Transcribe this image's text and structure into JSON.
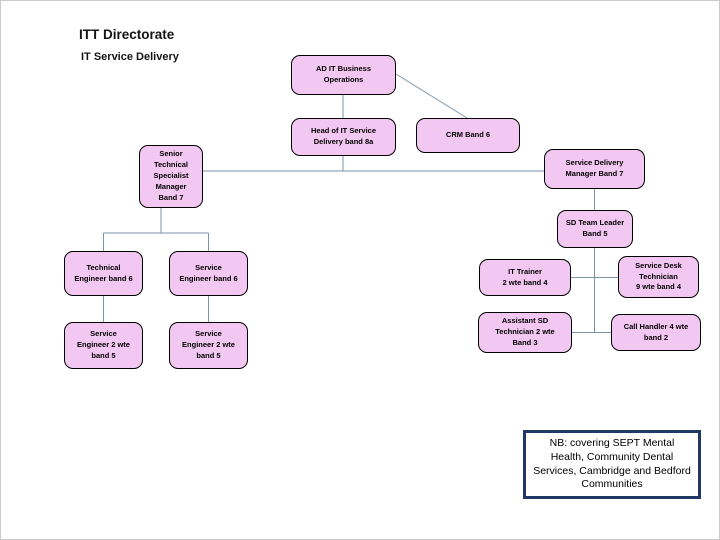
{
  "header": {
    "title": "ITT Directorate",
    "subtitle": "IT Service Delivery"
  },
  "boxes": [
    {
      "id": "ad-it-business-operations",
      "label": "AD IT Business\nOperations"
    },
    {
      "id": "head-of-it-service-delivery",
      "label": "Head of IT Service\nDelivery band 8a"
    },
    {
      "id": "crm",
      "label": "CRM Band 6"
    },
    {
      "id": "senior-technical-specialist-manager",
      "label": "Senior\nTechnical\nSpecialist\nManager\nBand 7"
    },
    {
      "id": "service-delivery-manager",
      "label": "Service Delivery\nManager Band 7"
    },
    {
      "id": "sd-team-leader",
      "label": "SD Team Leader\nBand 5"
    },
    {
      "id": "technical-engineer",
      "label": "Technical\nEngineer band 6"
    },
    {
      "id": "service-engineer-band6",
      "label": "Service\nEngineer band 6"
    },
    {
      "id": "service-engineer-2wte-left",
      "label": "Service\nEngineer 2 wte\nband 5"
    },
    {
      "id": "service-engineer-2wte-right",
      "label": "Service\nEngineer 2 wte\nband 5"
    },
    {
      "id": "it-trainer",
      "label": "IT Trainer\n2 wte band 4"
    },
    {
      "id": "service-desk-technician",
      "label": "Service Desk\nTechnician\n9 wte band 4"
    },
    {
      "id": "assistant-sd-technician",
      "label": "Assistant SD\nTechnician 2 wte\nBand 3"
    },
    {
      "id": "call-handler",
      "label": "Call Handler 4 wte\nband 2"
    }
  ],
  "note": {
    "text": "NB: covering SEPT Mental Health, Community Dental Services, Cambridge and Bedford Communities"
  },
  "colors": {
    "box_fill": "#f2c7f1",
    "box_border": "#000000",
    "connector": "#7a93a8",
    "note_border": "#1f3864"
  }
}
